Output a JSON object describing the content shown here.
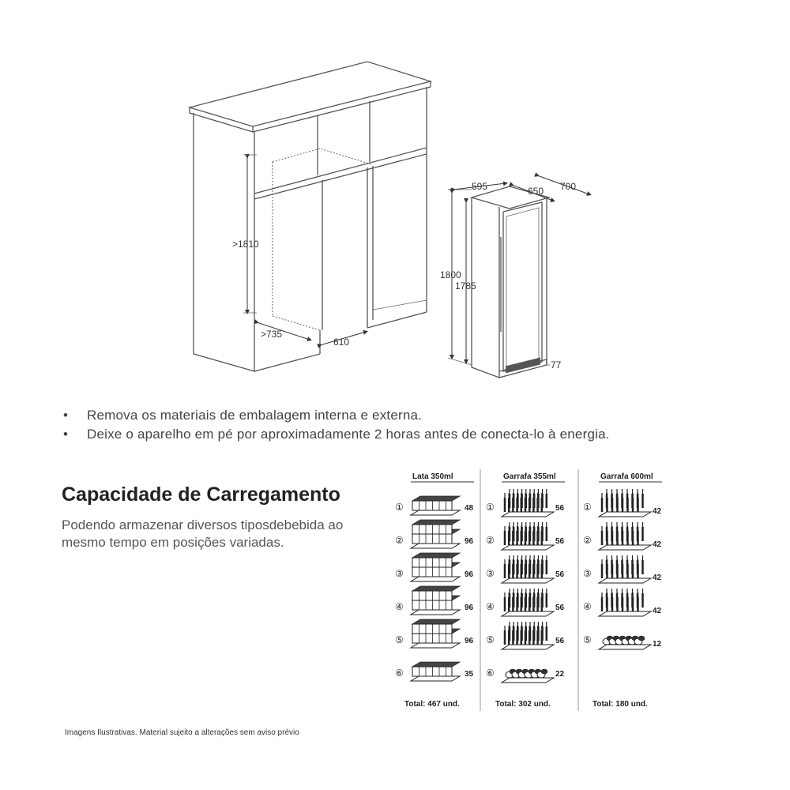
{
  "dimensions": {
    "cabinet_height": ">1810",
    "cabinet_depth": ">735",
    "cabinet_width": "610",
    "unit_width": "595",
    "depth_650": "650",
    "depth_700": "700",
    "height_1800": "1800",
    "height_1785": "1785",
    "foot": "77"
  },
  "instructions": [
    "Remova os materiais de embalagem interna e externa.",
    "Deixe o aparelho em pé por aproximadamente 2 horas antes de conecta-lo à energia."
  ],
  "bullet": "•",
  "capacity_section": {
    "title": "Capacidade de Carregamento",
    "description": "Podendo armazenar diversos tiposdebebida ao mesmo tempo em posições variadas."
  },
  "capacity_table": {
    "columns": [
      {
        "header": "Lata 350ml",
        "shelves": [
          {
            "marker": "①",
            "count": "48"
          },
          {
            "marker": "②",
            "count": "96"
          },
          {
            "marker": "③",
            "count": "96"
          },
          {
            "marker": "④",
            "count": "96"
          },
          {
            "marker": "⑤",
            "count": "96"
          },
          {
            "marker": "⑥",
            "count": "35"
          }
        ],
        "total": "Total: 467 und."
      },
      {
        "header": "Garrafa 355ml",
        "shelves": [
          {
            "marker": "①",
            "count": "56"
          },
          {
            "marker": "②",
            "count": "56"
          },
          {
            "marker": "③",
            "count": "56"
          },
          {
            "marker": "④",
            "count": "56"
          },
          {
            "marker": "⑤",
            "count": "56"
          },
          {
            "marker": "⑥",
            "count": "22"
          }
        ],
        "total": "Total: 302 und."
      },
      {
        "header": "Garrafa 600ml",
        "shelves": [
          {
            "marker": "①",
            "count": "42"
          },
          {
            "marker": "②",
            "count": "42"
          },
          {
            "marker": "③",
            "count": "42"
          },
          {
            "marker": "④",
            "count": "42"
          },
          {
            "marker": "⑤",
            "count": "12"
          }
        ],
        "total": "Total: 180 und."
      }
    ]
  },
  "footer_note": "Imagens Ilustrativas. Material sujeito a alterações sem aviso prévio"
}
